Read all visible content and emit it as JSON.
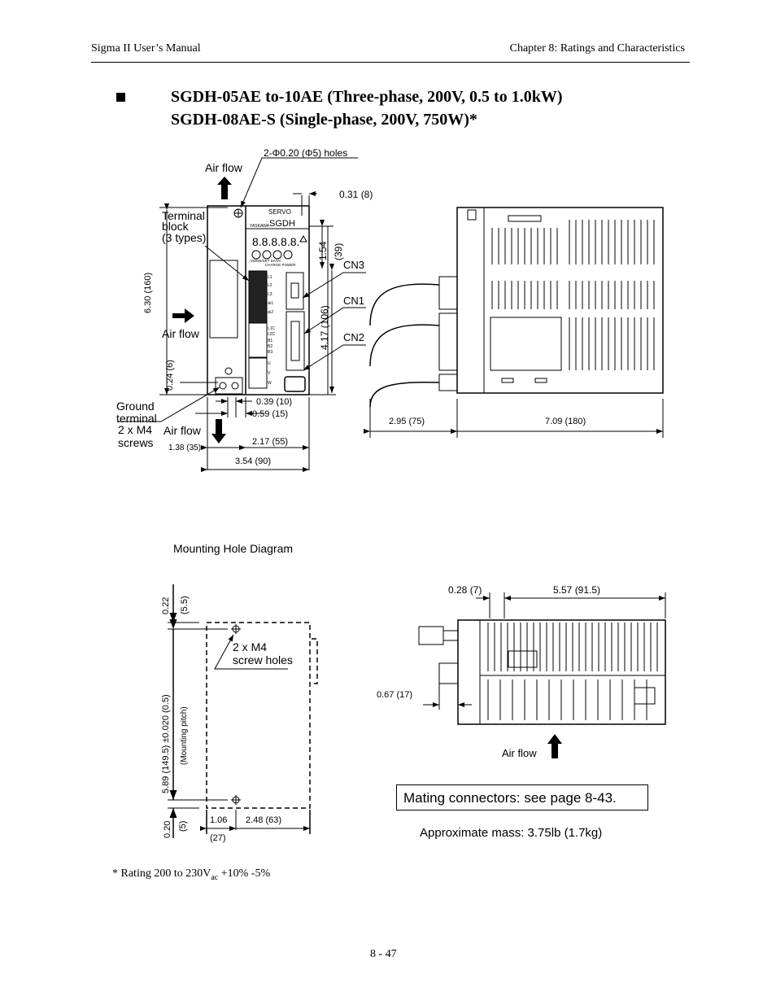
{
  "header": {
    "left": "Sigma II User’s Manual",
    "right": "Chapter 8:  Ratings and Characteristics"
  },
  "title": {
    "line1": "SGDH-05AE to-10AE (Three-phase,  200V,  0.5 to 1.0kW)",
    "line2": "SGDH-08AE-S (Single-phase,  200V, 750W)*"
  },
  "front_view": {
    "holes": "2-Φ0.20 (Φ5) holes",
    "air_flow_top": "Air flow",
    "terminal_block": [
      "Terminal",
      "block",
      "(3 types)"
    ],
    "dim_031": "0.31 (8)",
    "dim_154": "1.54",
    "dim_39": "(39)",
    "dim_417": "4.17 (106)",
    "dim_630": "6.30 (160)",
    "cn3": "CN3",
    "cn1": "CN1",
    "cn2": "CN2",
    "air_flow_left": "Air flow",
    "dim_024": "0.24 (6)",
    "ground": [
      "Ground",
      "terminal",
      "2 x M4",
      "screws"
    ],
    "air_flow_bottom": "Air flow",
    "dim_039": "0.39 (10)",
    "dim_059": "0.59 (15)",
    "dim_217": "2.17 (55)",
    "dim_138": "1.38 (35)",
    "dim_354": "3.54 (90)",
    "panel": {
      "servo": "SERVO",
      "model": "SGDH",
      "brand": "YASKAWA",
      "display": "8.8.8.8.8.",
      "buttons": "MODE/SET        DATA/",
      "charge": "CHARGE POWER",
      "terminals": [
        "L1",
        "L2",
        "L3",
        "⊕1",
        "⊕2",
        "L1C",
        "L2C",
        "B1",
        "B2",
        "B3",
        "U",
        "V",
        "W"
      ]
    }
  },
  "side_view": {
    "dim_295": "2.95 (75)",
    "dim_709": "7.09 (180)"
  },
  "mounting": {
    "title": "Mounting Hole Diagram",
    "dim_022": "0.22",
    "dim_55": "(5.5)",
    "pitch": "5.89 (149.5) ±0.020 (0.5)",
    "pitch_label": "(Mounting pitch)",
    "holes": [
      "2 x M4",
      "screw holes"
    ],
    "dim_020": "0.20",
    "dim_5": "(5)",
    "dim_106": "1.06",
    "dim_27": "(27)",
    "dim_248": "2.48 (63)"
  },
  "top_view": {
    "dim_028": "0.28 (7)",
    "dim_557": "5.57 (91.5)",
    "dim_067": "0.67 (17)",
    "air_flow": "Air flow"
  },
  "mating": "Mating connectors:  see page 8-43.",
  "mass": "Approximate mass:  3.75lb (1.7kg)",
  "footnote": {
    "pre": "*  Rating 200 to 230V",
    "sub": "ac",
    "post": " +10% -5%"
  },
  "page_number": "8 - 47"
}
